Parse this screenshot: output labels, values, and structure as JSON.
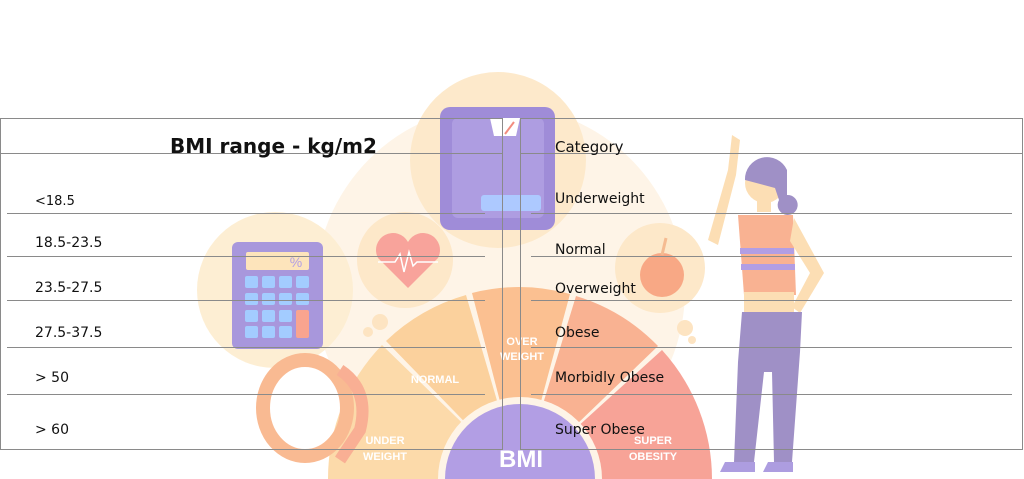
{
  "table": {
    "headers": [
      "BMI range - kg/m2",
      "Category"
    ],
    "rows": [
      {
        "range": "<18.5",
        "category": "Underweight"
      },
      {
        "range": "18.5-23.5",
        "category": "Normal"
      },
      {
        "range": "23.5-27.5",
        "category": "Overweight"
      },
      {
        "range": "27.5-37.5",
        "category": "Obese"
      },
      {
        "range": "> 50",
        "category": "Morbidly Obese"
      },
      {
        "range": "> 60",
        "category": "Super Obese"
      }
    ]
  },
  "illustration": {
    "gauge_center": "BMI",
    "segments": [
      "UNDER",
      "WEIGHT",
      "NORMAL",
      "OVER",
      "WEIGHT",
      "SUPER",
      "OBESITY"
    ],
    "calculator_display": "%"
  },
  "colors": {
    "purple": "#9a86d6",
    "orange": "#fbbf85",
    "red": "#f59a8a",
    "pale": "#fdecd0"
  }
}
